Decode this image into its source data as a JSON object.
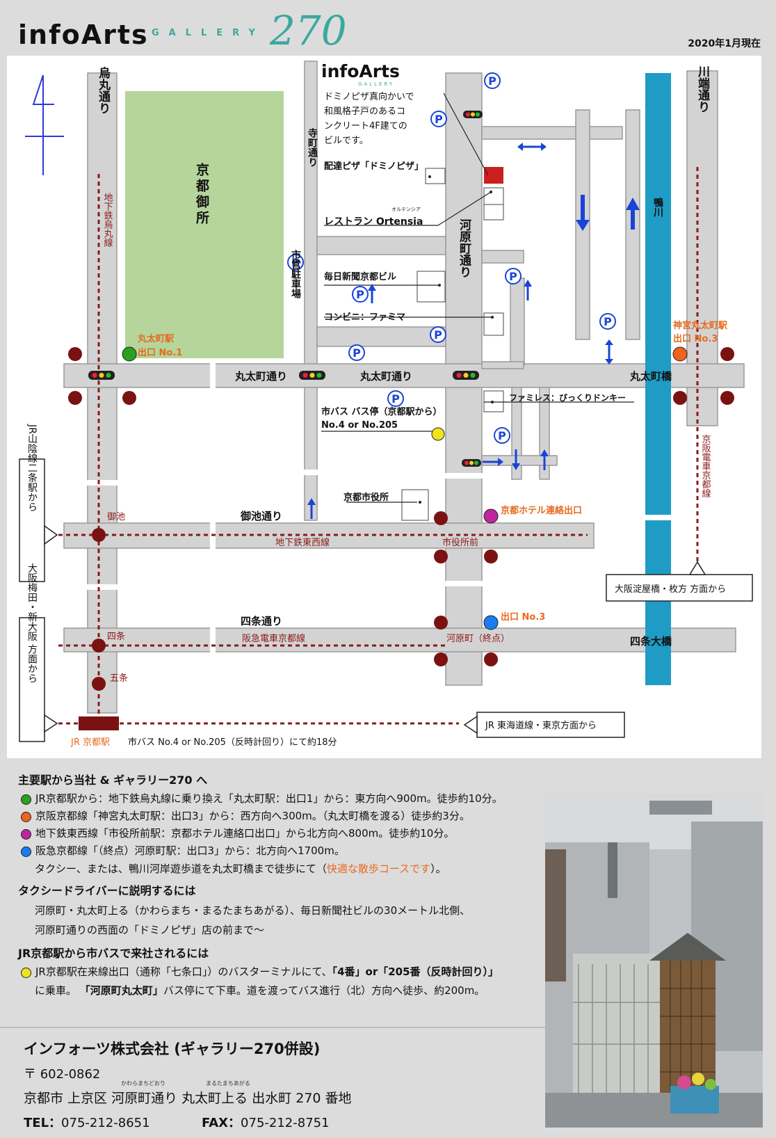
{
  "header": {
    "logo_main": "infoArts",
    "logo_sub": "GALLERY",
    "logo_num": "270",
    "date": "2020年1月現在"
  },
  "map": {
    "gallery_logo": "infoArts",
    "gallery_logo_sub": "GALLERY",
    "gallery_desc": [
      "ドミノピザ真向かいで",
      "和風格子戸のあるコ",
      "ンクリート4F建ての",
      "ビルです。"
    ],
    "domino": "配達ピザ「ドミノピザ」",
    "ortensia": "レストラン Ortensia",
    "ortensia_ruby": "オルテンシア",
    "mainichi": "毎日新聞京都ビル",
    "konbini": "コンビニ：ファミマ",
    "famires": "ファミレス：びっくりドンキー",
    "bus_stop": [
      "市バス バス停（京都駅から）",
      "No.4 or No.205"
    ],
    "city_hall": "京都市役所",
    "kyoto_gosho": "京都御所",
    "parking_label": "市営駐車場",
    "parking": "P",
    "streets": {
      "karasuma": "烏丸通り",
      "teramachi": "寺町通り",
      "kawaramachi": "河原町通り",
      "kawabata": "川端通り",
      "kamogawa": "鴨川",
      "marutamachi1": "丸太町通り",
      "marutamachi2": "丸太町通り",
      "marutamachibashi": "丸太町橋",
      "oike": "御池通り",
      "shijo": "四条通り",
      "shijo_ohashi": "四条大橋"
    },
    "lines": {
      "karasuma_subway": "地下鉄烏丸線",
      "tozai": "地下鉄東西線",
      "hankyu": "阪急電車京都線",
      "keihan": "京阪電車京都線"
    },
    "stations": {
      "marutamachi": "丸太町駅",
      "marutamachi_exit": "出口 No.1",
      "jingu": "神宮丸太町駅",
      "jingu_exit": "出口 No.3",
      "hotel_exit": "京都ホテル連絡出口",
      "oike": "御池",
      "shiyakushomae": "市役所前",
      "shijo": "四条",
      "gojo": "五条",
      "kawaramachi": "河原町（終点）",
      "kawaramachi_exit": "出口 No.3",
      "jr_kyoto": "JR 京都駅",
      "bus_note": "市バス No.4 or No.205（反時計回り）にて約18分"
    },
    "boxes": {
      "jr_sanin": "JR山陰線二条駅から",
      "osaka": "大阪梅田・新大阪 方面から",
      "yodoyabashi": "大阪淀屋橋・枚方 方面から",
      "tokaido": "JR 東海道線・東京方面から"
    }
  },
  "access": {
    "title": "主要駅から当社 & ギャラリー270 へ",
    "items": [
      {
        "color": "#2aa01e",
        "text": "JR京都駅から：地下鉄烏丸線に乗り換え「丸太町駅：出口1」から：東方向へ900m。徒歩約10分。"
      },
      {
        "color": "#f0621e",
        "text": "京阪京都線「神宮丸太町駅：出口3」から：西方向へ300m。（丸太町橋を渡る）徒歩約3分。"
      },
      {
        "color": "#c0259e",
        "text": "地下鉄東西線「市役所前駅：京都ホテル連絡口出口」から北方向へ800m。徒歩約10分。"
      },
      {
        "color": "#1a7cf0",
        "text": "阪急京都線「（終点）河原町駅：出口3」から：北方向へ1700m。"
      }
    ],
    "item4_cont_a": "タクシー、または、鴨川河岸遊歩道を丸太町橋まで徒歩にて（",
    "item4_cont_b": "快適な散歩コースです",
    "item4_cont_c": "）。",
    "taxi_title": "タクシードライバーに説明するには",
    "taxi_line1": "河原町・丸太町上る（かわらまち・まるたまちあがる）、毎日新聞社ビルの30メートル北側、",
    "taxi_line2": "河原町通りの西面の「ドミノピザ」店の前まで〜",
    "bus_title": "JR京都駅から市バスで来社されるには",
    "bus_color": "#f0e21e",
    "bus_line1_a": "JR京都駅在来線出口（通称「七条口」）のバスターミナルにて、",
    "bus_line1_b": "「4番」or「205番（反時計回り）」",
    "bus_line2_a": "に乗車。",
    "bus_line2_b": "「河原町丸太町」",
    "bus_line2_c": "バス停にて下車。道を渡ってバス進行（北）方向へ徒歩、約200m。"
  },
  "address": {
    "company": "インフォーツ株式会社 (ギャラリー270併設)",
    "zip": "〒 602-0862",
    "addr_a": "京都市 上京区 ",
    "addr_b": "河原町通り",
    "addr_c": " ",
    "addr_d": "丸太町上る",
    "addr_e": " 出水町 270 番地",
    "ruby_b": "かわらまちどおり",
    "ruby_d": "まるたまちあがる",
    "tel_label": "TEL：",
    "tel": "075-212-8651",
    "fax_label": "FAX：",
    "fax": "075-212-8751"
  }
}
